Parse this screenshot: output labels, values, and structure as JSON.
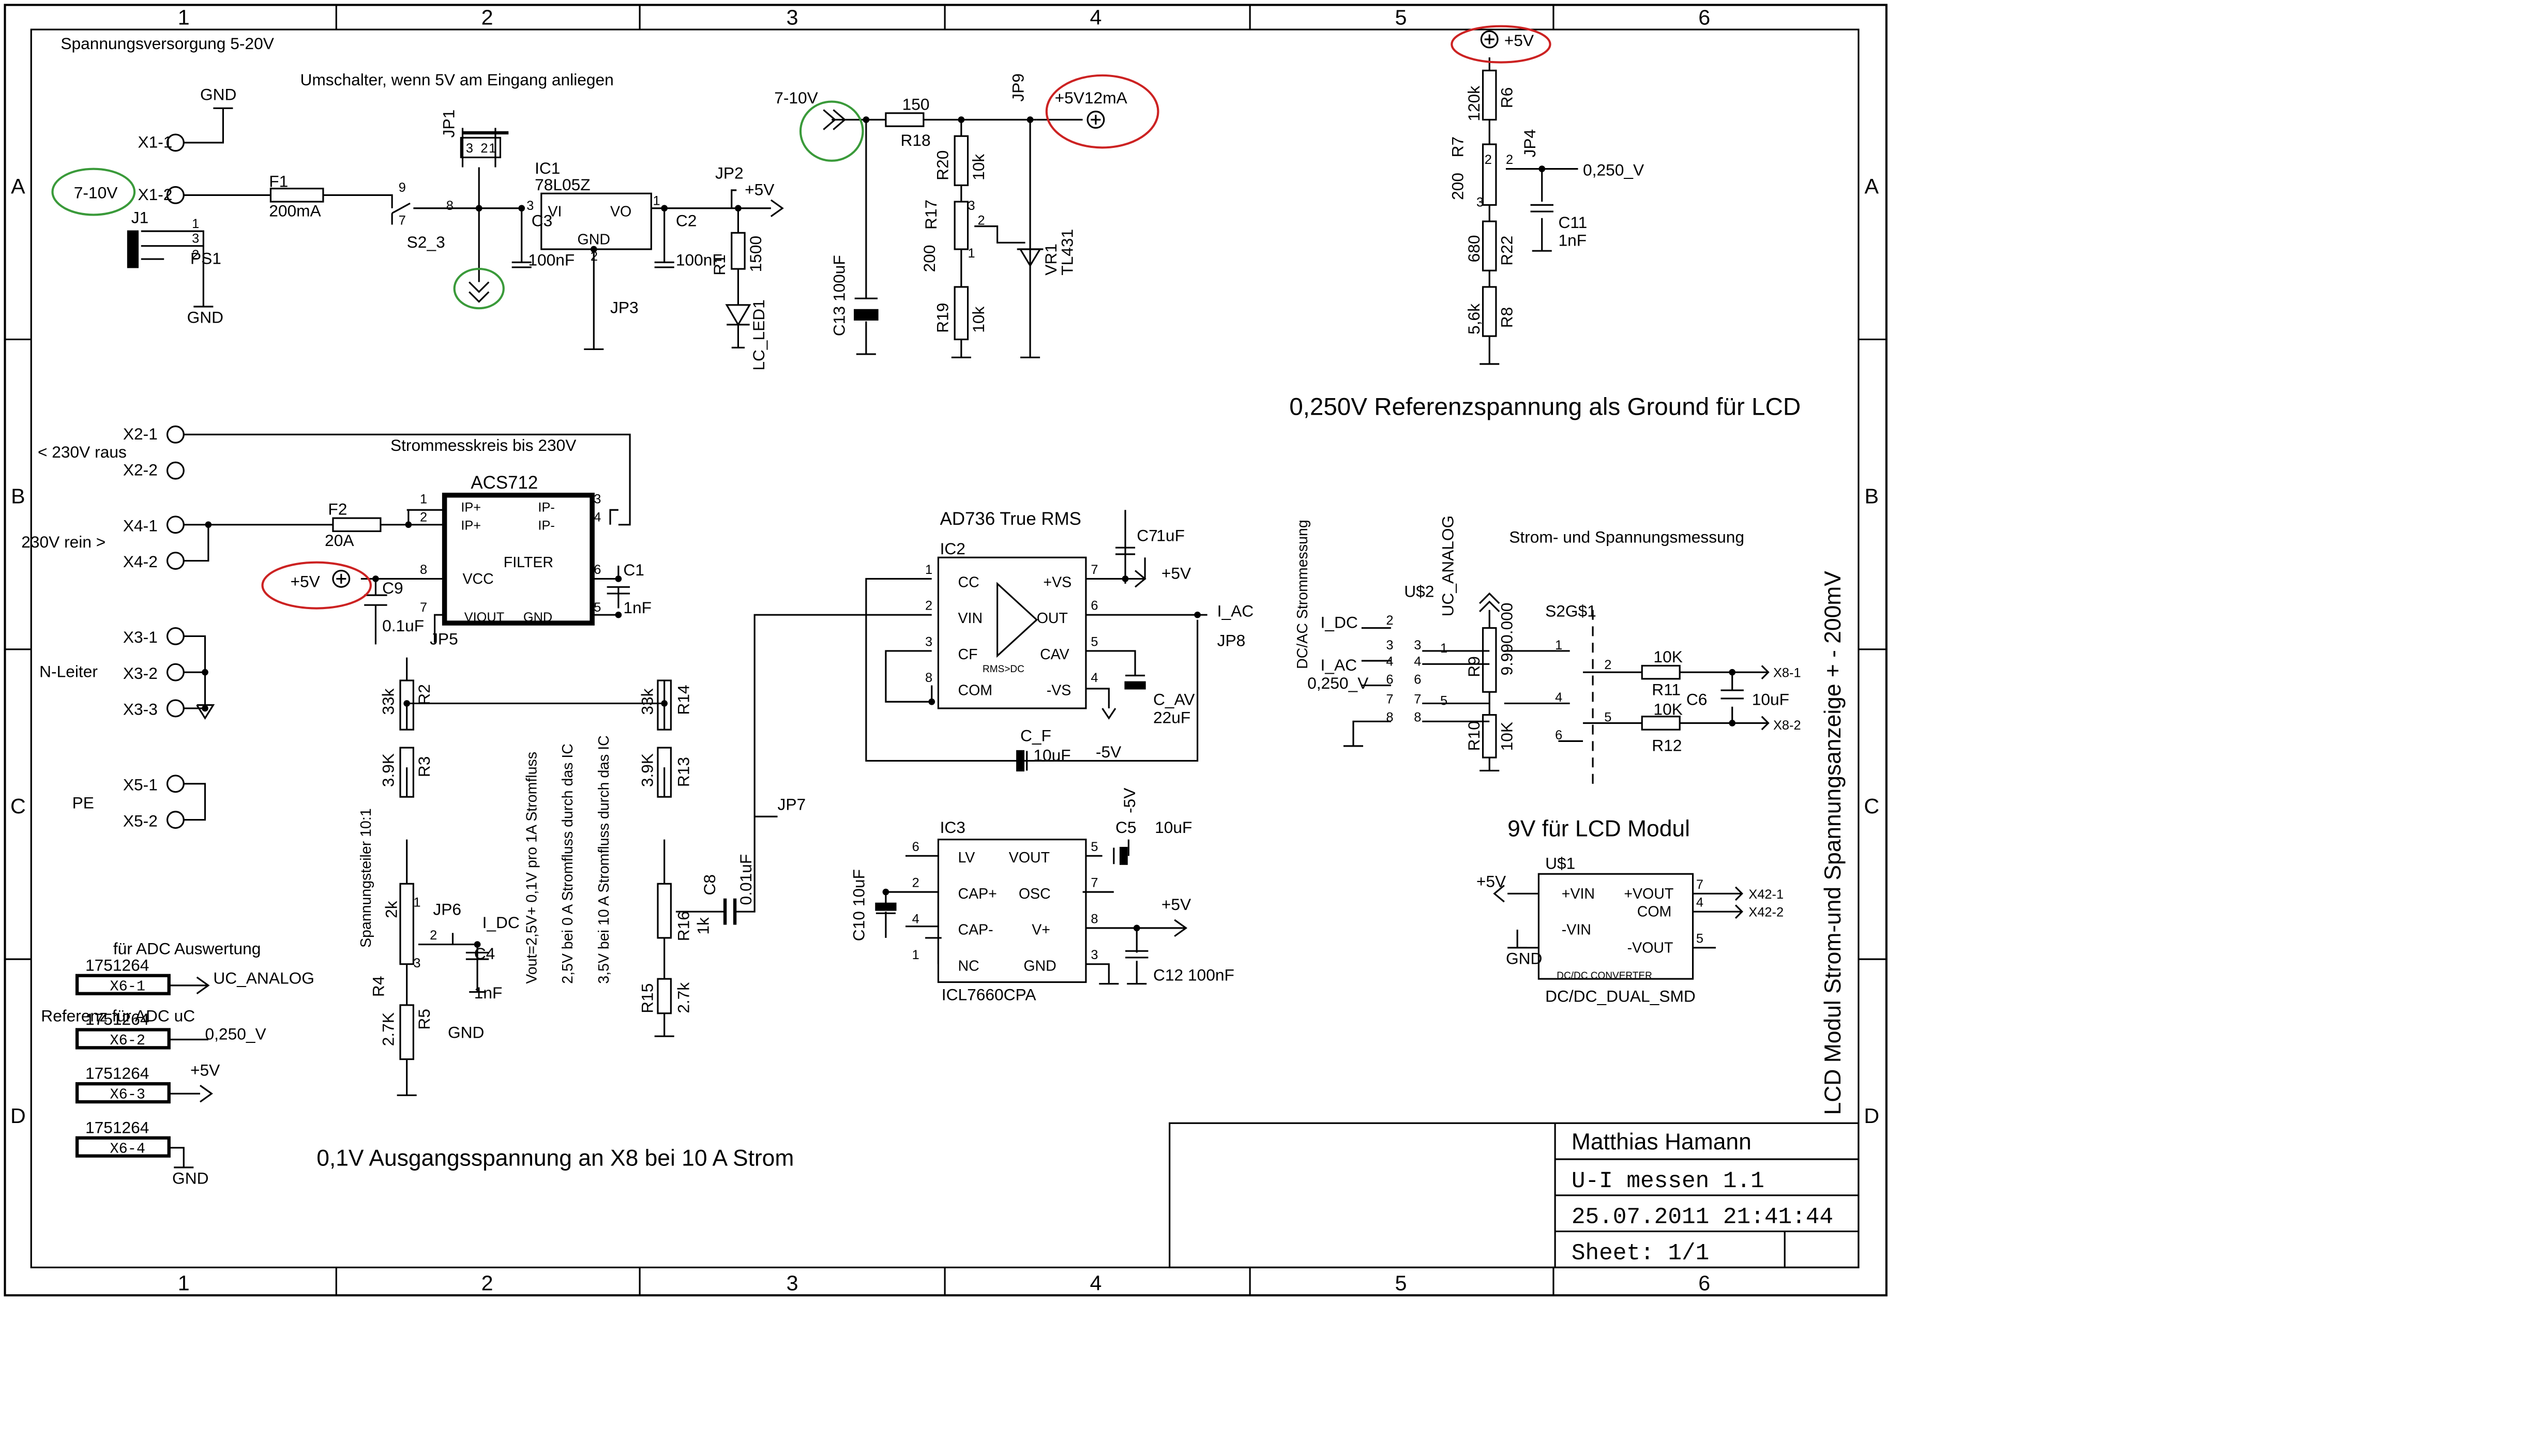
{
  "frame": {
    "columns": [
      "1",
      "2",
      "3",
      "4",
      "5",
      "6"
    ],
    "rows": [
      "A",
      "B",
      "C",
      "D"
    ]
  },
  "titles": {
    "supply": "Spannungsversorgung 5-20V",
    "switch": "Umschalter, wenn 5V am Eingang anliegen",
    "current_loop": "Strommesskreis bis 230V",
    "ref_voltage": "0,250V Referenzspannung als Ground für LCD",
    "adc_eval": "für ADC Auswertung",
    "ref_adc": "Referenz für ADC uC",
    "output_note": "0,1V Ausgangsspannung an X8 bei 10 A Strom",
    "dc_ac": "DC/AC Strommessung",
    "measure": "Strom- und Spannungsmessung",
    "lcd_supply": "9V für LCD Modul",
    "vertical_title": "LCD Modul Strom-und Spannungsanzeige + - 200mV",
    "rms": "AD736 True RMS",
    "divider": "Spannungsteiler 10:1",
    "vout1": "Vout=2,5V+ 0,1V pro 1A Stromfluss",
    "vout2": "2,5V bei 0 A Stromfluss durch das IC",
    "vout3": "3,5V bei 10 A Stromfluss durch das IC"
  },
  "titleblock": {
    "author": "Matthias Hamann",
    "project": "U-I messen 1.1",
    "date": "25.07.2011 21:41:44",
    "sheet": "Sheet: 1/1"
  },
  "annotations": {
    "in_7_10_left": "7-10V",
    "in_7_10_top": "7-10V",
    "plus5_12ma": "+5V12mA",
    "plus5_b": "+5V",
    "plus5_top": "+5V"
  },
  "labels": {
    "gnd": "GND",
    "x1_1": "X1-1",
    "x1_2": "X1-2",
    "j1": "J1",
    "ps1": "PS1",
    "f1": "F1",
    "f1_val": "200mA",
    "s2_3": "S2_3",
    "jp1": "JP1",
    "ic1": "IC1",
    "ic1_val": "78L05Z",
    "vi": "VI",
    "vo": "VO",
    "c3": "C3",
    "c3_val": "100nF",
    "c2": "C2",
    "c2_val": "100nF",
    "jp2": "JP2",
    "jp3": "JP3",
    "r1": "R1",
    "r1_val": "1500",
    "led": "LC_LED1",
    "c13": "C13 100uF",
    "r18": "R18",
    "r18_val": "150",
    "r20": "R20",
    "r20_val": "10k",
    "r17": "R17",
    "r17_val": "200",
    "r19": "R19",
    "r19_val": "10k",
    "vr1": "VR1",
    "tl431": "TL431",
    "jp9": "JP9",
    "r6": "R6",
    "r6_val": "120k",
    "r7": "R7",
    "r7_val": "200",
    "jp4": "JP4",
    "v0250": "0,250_V",
    "c11": "C11",
    "c11_val": "1nF",
    "r22": "R22",
    "r22_val": "680",
    "r8": "R8",
    "r8_val": "5,6k",
    "x2_1": "X2-1",
    "x2_2": "X2-2",
    "x4_1": "X4-1",
    "x4_2": "X4-2",
    "lt230": "< 230V raus",
    "in230": "230V rein >",
    "f2": "F2",
    "f2_val": "20A",
    "acs": "ACS712",
    "ip_p": "IP+",
    "ip_m": "IP-",
    "vcc": "VCC",
    "filter": "FILTER",
    "viout": "VIOUT",
    "gnd_pin": "GND",
    "c9": "C9",
    "c9_val": "0.1uF",
    "c1": "C1",
    "c1_val": "1nF",
    "jp5": "JP5",
    "x3_1": "X3-1",
    "x3_2": "X3-2",
    "x3_3": "X3-3",
    "nleiter": "N-Leiter",
    "x5_1": "X5-1",
    "x5_2": "X5-2",
    "pe": "PE",
    "r2": "R2",
    "r2_val": "33k",
    "r3": "R3",
    "r3_val": "3.9K",
    "r4": "R4",
    "r4_val": "2k",
    "r5": "R5",
    "r5_val": "2.7K",
    "jp6": "JP6",
    "idc": "I_DC",
    "c4": "C4",
    "c4_val": "1nF",
    "r14": "R14",
    "r14_val": "33k",
    "r13": "R13",
    "r13_val": "3.9K",
    "r16": "R16",
    "r16_val": "1k",
    "r15": "R15",
    "r15_val": "2.7k",
    "c8": "C8",
    "c8_val": "0.01uF",
    "jp7": "JP7",
    "ic2": "IC2",
    "cc": "CC",
    "vin": "VIN",
    "cf": "CF",
    "com": "COM",
    "pvs": "+VS",
    "out": "OUT",
    "cav": "CAV",
    "mvs": "-VS",
    "rmsdc": "RMS>DC",
    "c7": "C7",
    "c7_val": "1uF",
    "iac": "I_AC",
    "jp8": "JP8",
    "cav_lbl": "C_AV",
    "cav_val": "22uF",
    "cf_lbl": "C_F",
    "cf_val": "10uF",
    "m5v": "-5V",
    "ic3": "IC3",
    "lv": "LV",
    "capp": "CAP+",
    "capm": "CAP-",
    "nc": "NC",
    "vout": "VOUT",
    "osc": "OSC",
    "vplus": "V+",
    "icl": "ICL7660CPA",
    "c5": "C5",
    "c5_val": "10uF",
    "c10": "C10 10uF",
    "c12": "C12 100nF",
    "x6_1": "X6-1",
    "x6_2": "X6-2",
    "x6_3": "X6-3",
    "x6_4": "X6-4",
    "part": "1751264",
    "uc_analog": "UC_ANALOG",
    "us2": "U$2",
    "s2g": "S2G$1",
    "iac2": "I_AC",
    "idc2": "I_DC",
    "v0250b": "0,250_V",
    "r9": "R9",
    "r9_val": "9.990.000",
    "r10": "R10",
    "r10_val": "10K",
    "r11": "R11",
    "r11_val": "10K",
    "r12": "R12",
    "r12_val": "10K",
    "c6": "C6",
    "c6_val": "10uF",
    "x8_1": "X8-1",
    "x8_2": "X8-2",
    "us1": "U$1",
    "pvin": "+VIN",
    "mvin": "-VIN",
    "pvout": "+VOUT",
    "comm": "COM",
    "mvout": "-VOUT",
    "dcconv": "DC/DC CONVERTER",
    "dcdc": "DC/DC_DUAL_SMD",
    "x42_1": "X42-1",
    "x42_2": "X42-2"
  },
  "colors": {
    "line": "#000000",
    "circle_red": "#cc2222",
    "circle_green": "#3a9a3a"
  }
}
